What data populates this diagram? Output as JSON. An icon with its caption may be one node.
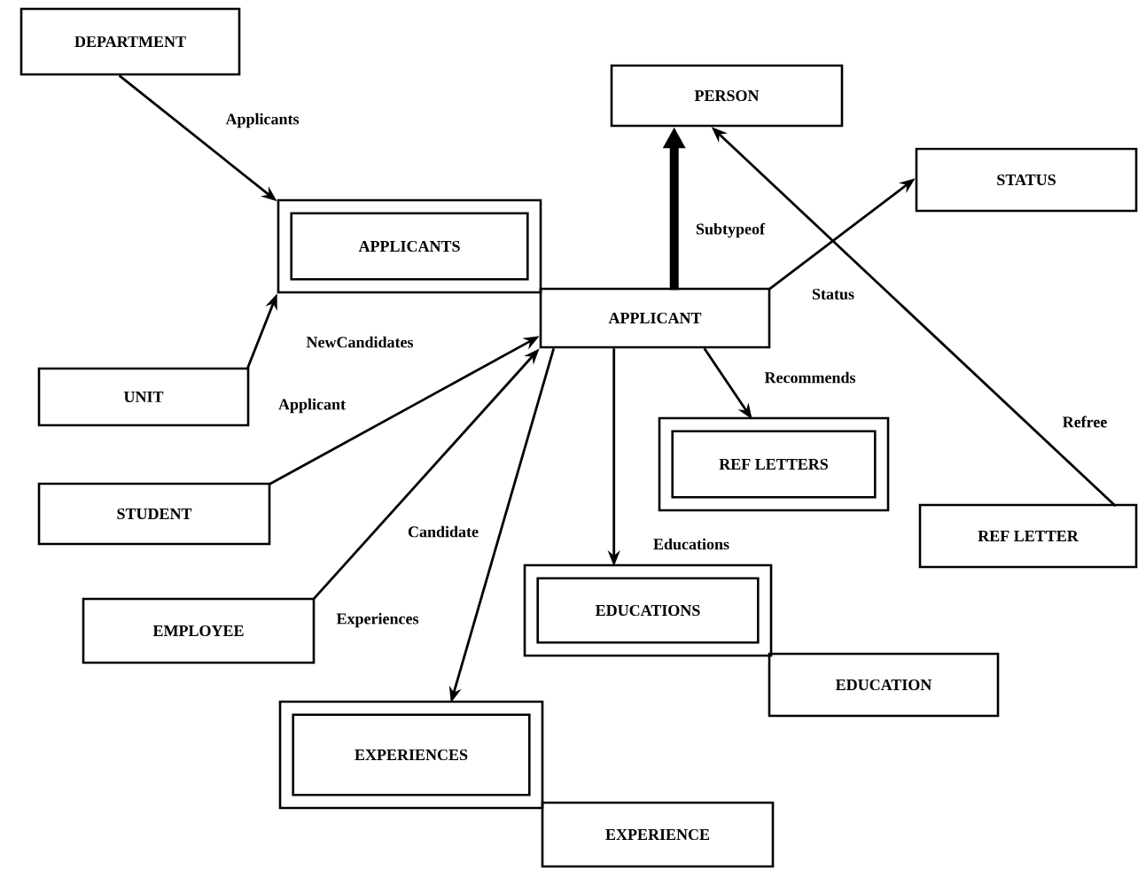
{
  "diagram": {
    "nodes": [
      {
        "text": [
          "DEPARTMENT"
        ]
      },
      {
        "text": [
          "PERSON"
        ]
      },
      {
        "text": [
          "STATUS"
        ]
      },
      {
        "text": [
          "APPLICANTS"
        ]
      },
      {
        "text": [
          "APPLICANT"
        ]
      },
      {
        "text": [
          "UNIT"
        ]
      },
      {
        "text": [
          "REF LETTERS"
        ]
      },
      {
        "text": [
          "STUDENT"
        ]
      },
      {
        "text": [
          "REF LETTER"
        ]
      },
      {
        "text": [
          "EMPLOYEE"
        ]
      },
      {
        "text": [
          "EDUCATIONS"
        ]
      },
      {
        "text": [
          "EDUCATION"
        ]
      },
      {
        "text": [
          "EXPERIENCES"
        ]
      },
      {
        "text": [
          "EXPERIENCE"
        ]
      }
    ],
    "edges": [
      {
        "from": 0,
        "to": 3,
        "arrow": "to",
        "label": "Applicants"
      },
      {
        "from": 5,
        "to": 3,
        "arrow": "to",
        "label": "NewCandidates"
      },
      {
        "from": 7,
        "to": 4,
        "arrow": "to",
        "label": "Applicant"
      },
      {
        "from": 9,
        "to": 4,
        "arrow": "to",
        "label": "Candidate"
      },
      {
        "from": 4,
        "to": 12,
        "arrow": "to",
        "label": "Experiences"
      },
      {
        "from": 4,
        "to": 10,
        "arrow": "to",
        "label": "Educations"
      },
      {
        "from": 4,
        "to": 6,
        "arrow": "to",
        "label": "Recommends"
      },
      {
        "from": 4,
        "to": 1,
        "arrow": "to",
        "label": "Subtypeof",
        "style": "thick"
      },
      {
        "from": 4,
        "to": 2,
        "arrow": "to",
        "label": "Status"
      },
      {
        "from": 8,
        "to": 1,
        "arrow": "to",
        "label": "Refree"
      }
    ]
  }
}
